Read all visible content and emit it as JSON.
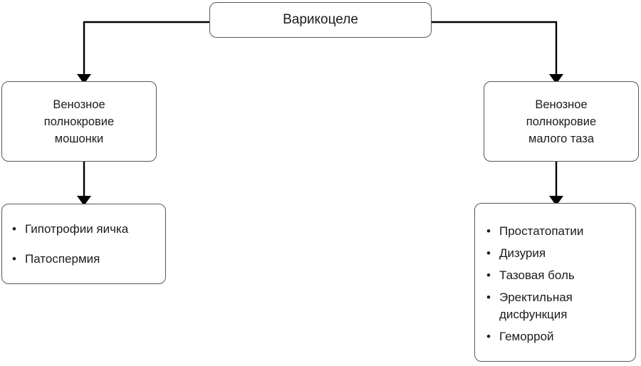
{
  "diagram": {
    "title": "Варикоцеле",
    "nodes": {
      "root": {
        "label": "Варикоцеле"
      },
      "scrotum": {
        "label": "Венозное\nполнокровие\nмошонки"
      },
      "pelvis": {
        "label": "Венозное\nполнокровие\nмалого таза"
      },
      "scrotum_effects": {
        "bullet": "•",
        "items": [
          "Гипотрофии яичка",
          "Патоспермия"
        ]
      },
      "pelvis_effects": {
        "bullet": "•",
        "items": [
          "Простатопатии",
          "Дизурия",
          "Тазовая боль",
          "Эректильная дисфункция",
          "Геморрой"
        ]
      }
    },
    "colors": {
      "box_border": "#58585a",
      "connector": "#000000",
      "text": "#1b1b1f",
      "background": "#ffffff"
    }
  }
}
